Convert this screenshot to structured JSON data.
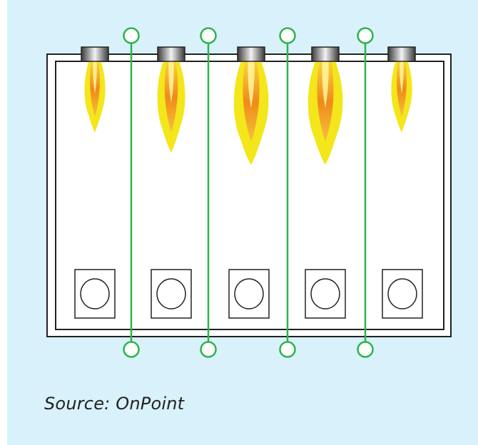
{
  "caption": {
    "text": "Source: OnPoint"
  },
  "diagram": {
    "burner_count": 5,
    "tube_count": 4,
    "outlet_count": 5,
    "flame_sizes": [
      "short",
      "medium",
      "long",
      "long",
      "short"
    ],
    "colors": {
      "background": "#d8f1fb",
      "furnace_outline": "#222222",
      "tube": "#2fb34a",
      "flame_outer": "#f3e61b",
      "flame_inner": "#f08a1a",
      "flame_core": "#fff6a0",
      "burner_cap": "#555555"
    }
  }
}
